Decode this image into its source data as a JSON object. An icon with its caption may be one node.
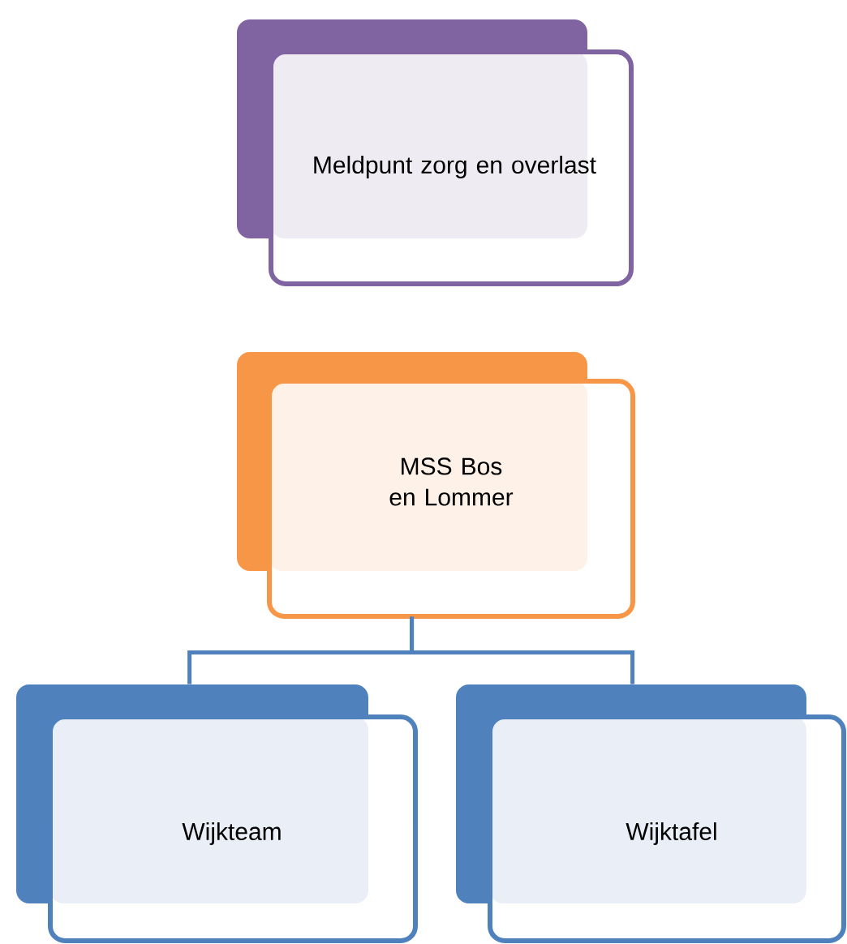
{
  "diagram": {
    "nodes": [
      {
        "text": [
          "Meldpunt zorg en overlast"
        ]
      },
      {
        "text": [
          "MSS Bos en Lommer"
        ]
      },
      {
        "text": [
          "Wijkteam"
        ]
      },
      {
        "text": [
          "Wijktafel"
        ]
      }
    ],
    "edges": [
      {
        "from": 1,
        "to": 2,
        "arrow": "none"
      },
      {
        "from": 1,
        "to": 3,
        "arrow": "none"
      }
    ]
  }
}
